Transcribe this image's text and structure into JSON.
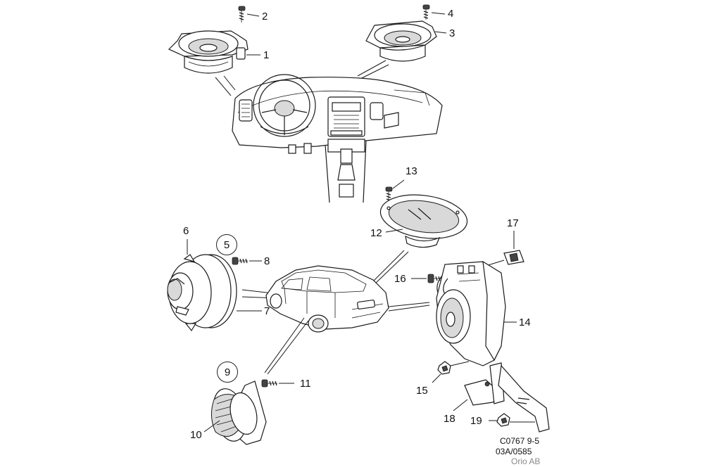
{
  "diagram": {
    "callouts": {
      "c1": "1",
      "c2": "2",
      "c3": "3",
      "c4": "4",
      "c5": "5",
      "c6": "6",
      "c7": "7",
      "c8": "8",
      "c9": "9",
      "c10": "10",
      "c11": "11",
      "c12": "12",
      "c13": "13",
      "c14": "14",
      "c15": "15",
      "c16": "16",
      "c17": "17",
      "c18": "18",
      "c19": "19"
    },
    "reference": {
      "code": "C0767 9-5",
      "date": "03A/0585",
      "publisher": "Orio AB"
    }
  }
}
